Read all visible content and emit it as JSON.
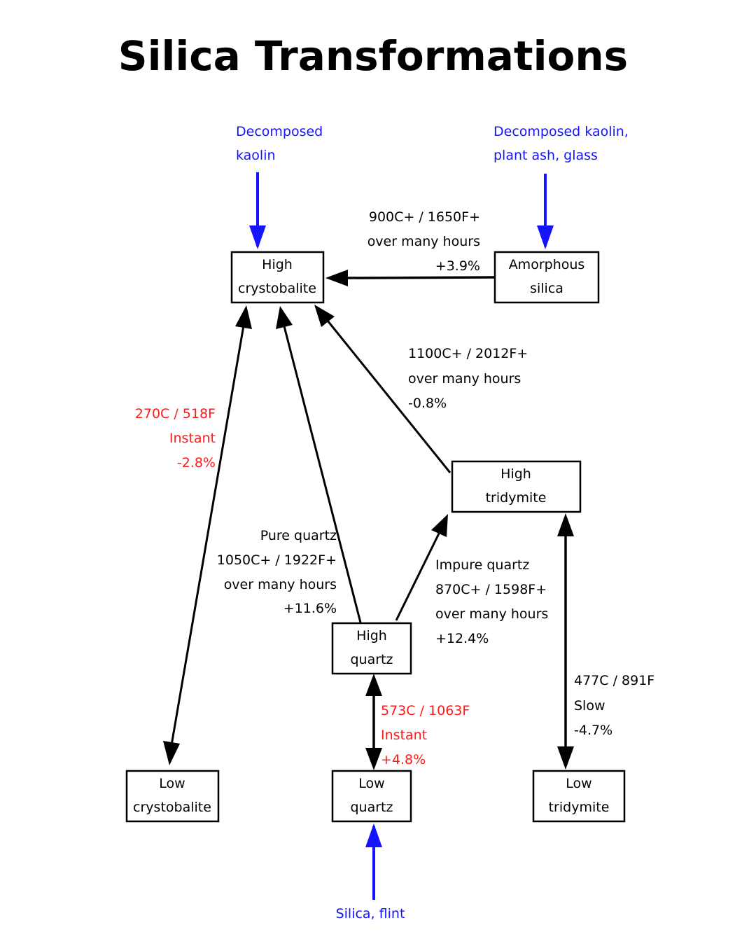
{
  "title": "Silica Transformations",
  "colors": {
    "black": "#000000",
    "red": "#ff1a1a",
    "blue": "#1414ff"
  },
  "nodes": {
    "high_crystobalite": [
      "High",
      "crystobalite"
    ],
    "amorphous_silica": [
      "Amorphous",
      "silica"
    ],
    "high_tridymite": [
      "High",
      "tridymite"
    ],
    "high_quartz": [
      "High",
      "quartz"
    ],
    "low_crystobalite": [
      "Low",
      "crystobalite"
    ],
    "low_quartz": [
      "Low",
      "quartz"
    ],
    "low_tridymite": [
      "Low",
      "tridymite"
    ]
  },
  "sources": {
    "decomposed_kaolin": [
      "Decomposed",
      "kaolin"
    ],
    "kaolin_ash_glass": [
      "Decomposed kaolin,",
      "plant ash, glass"
    ],
    "silica_flint": [
      "Silica, flint"
    ]
  },
  "transitions": {
    "amorphous_to_high_crystobalite": [
      "900C+ / 1650F+",
      "over many hours",
      "+3.9%"
    ],
    "tridymite_to_crystobalite": [
      "1100C+ / 2012F+",
      "over many hours",
      "-0.8%"
    ],
    "crystobalite_inversion": [
      "270C / 518F",
      "Instant",
      "-2.8%"
    ],
    "pure_quartz_to_crystobalite": [
      "Pure quartz",
      "1050C+ / 1922F+",
      "over many hours",
      "+11.6%"
    ],
    "impure_quartz_to_tridymite": [
      "Impure quartz",
      "870C+ / 1598F+",
      "over many hours",
      "+12.4%"
    ],
    "tridymite_inversion": [
      "477C / 891F",
      "Slow",
      "-4.7%"
    ],
    "quartz_inversion": [
      "573C / 1063F",
      "Instant",
      "+4.8%"
    ]
  }
}
